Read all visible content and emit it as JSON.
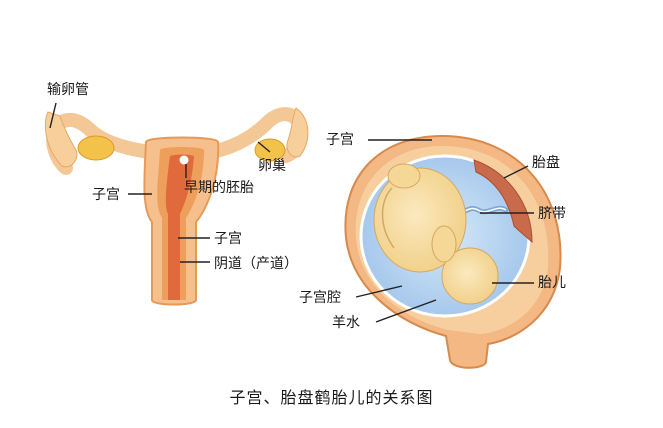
{
  "left_diagram": {
    "labels": {
      "fallopian_tube": "输卵管",
      "ovary": "卵巢",
      "uterus": "子宫",
      "early_embryo": "早期的胚胎",
      "cervix": "子宫",
      "vagina": "阴道（产道）"
    }
  },
  "right_diagram": {
    "labels": {
      "uterus": "子宫",
      "placenta": "胎盘",
      "umbilical_cord": "脐带",
      "fetus": "胎儿",
      "uterine_cavity": "子宫腔",
      "amniotic_fluid": "羊水"
    }
  },
  "caption": "子宫、胎盘鹤胎儿的关系图",
  "colors": {
    "uterus_outer": "#f6c08e",
    "uterus_wall": "#ee9a55",
    "canal": "#e06a3c",
    "ovary": "#f2c24a",
    "womb_outer": "#e8a56a",
    "amniotic": "#b9d6f2",
    "placenta": "#c96a4a",
    "fetus": "#f7dca0"
  }
}
